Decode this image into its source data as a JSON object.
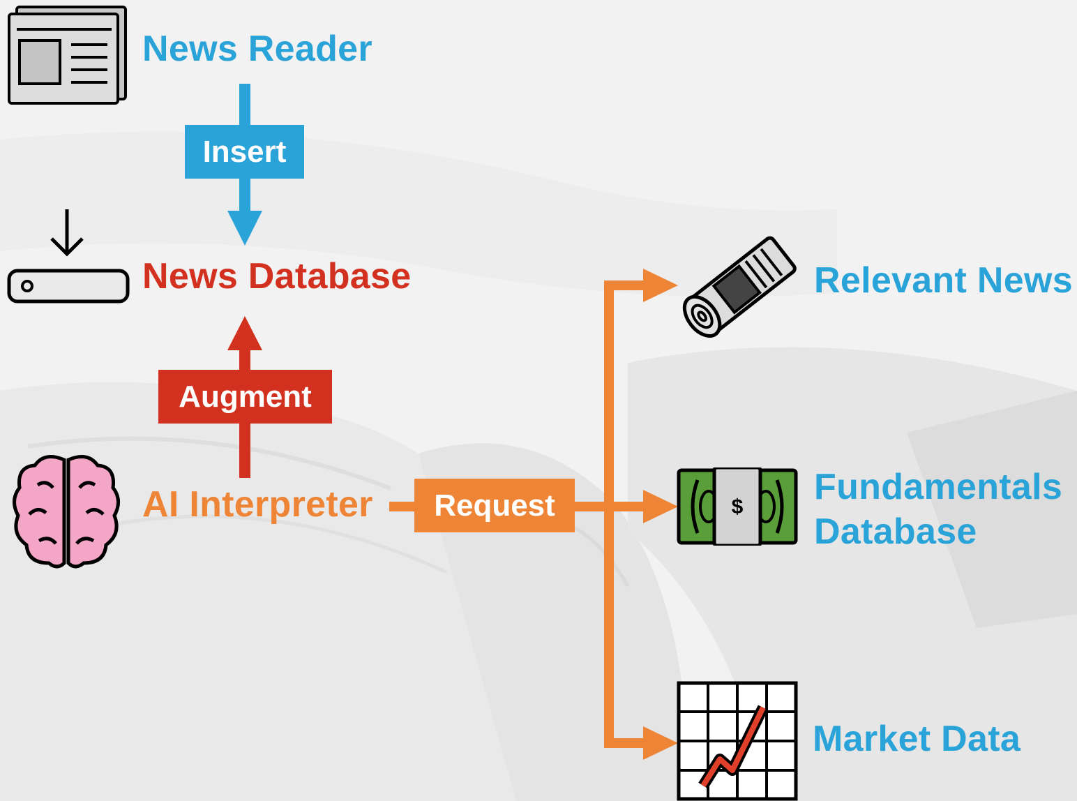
{
  "colors": {
    "blue": "#29a3d8",
    "red": "#d3311f",
    "orange": "#ee8436",
    "background": "#f1f1f1"
  },
  "nodes": {
    "news_reader": {
      "label": "News Reader",
      "icon": "newspaper-icon"
    },
    "news_database": {
      "label": "News Database",
      "icon": "download-server-icon"
    },
    "ai_interpreter": {
      "label": "AI Interpreter",
      "icon": "brain-icon"
    },
    "relevant_news": {
      "label": "Relevant News",
      "icon": "rolled-newspaper-icon"
    },
    "fundamentals_database": {
      "label_line1": "Fundamentals",
      "label_line2": "Database",
      "icon": "money-bill-icon"
    },
    "market_data": {
      "label": "Market Data",
      "icon": "stock-chart-icon"
    }
  },
  "edges": {
    "insert": {
      "label": "Insert"
    },
    "augment": {
      "label": "Augment"
    },
    "request": {
      "label": "Request"
    }
  }
}
